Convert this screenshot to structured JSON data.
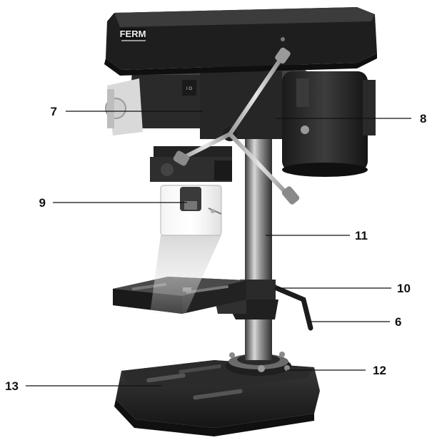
{
  "brand": "FERM",
  "switch_glyph": "I O",
  "callouts": {
    "c7": "7",
    "c8": "8",
    "c9": "9",
    "c11": "11",
    "c10": "10",
    "c6": "6",
    "c12": "12",
    "c13": "13"
  }
}
